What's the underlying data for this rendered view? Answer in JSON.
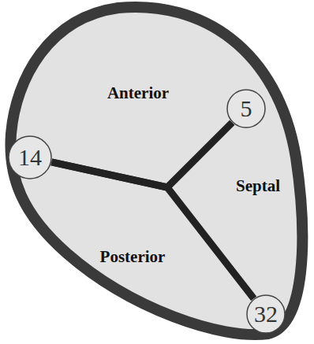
{
  "diagram": {
    "nodes": [
      {
        "text": [
          "14"
        ]
      },
      {
        "text": [
          "5"
        ]
      },
      {
        "text": [
          "32"
        ]
      }
    ],
    "edges": [
      {
        "from": 0,
        "to": 1,
        "arrow": "none"
      },
      {
        "from": 0,
        "to": 2,
        "arrow": "none"
      }
    ],
    "labels": [
      "Anterior",
      "Septal",
      "Posterior"
    ]
  }
}
